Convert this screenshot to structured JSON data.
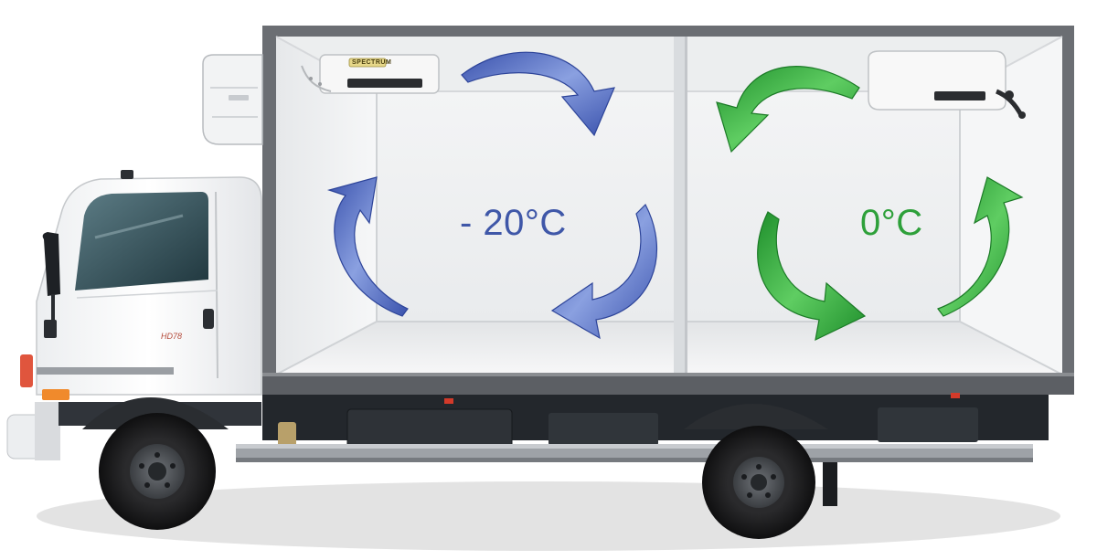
{
  "compartments": {
    "left": {
      "temperature": "- 20°C",
      "arrow_color": "#4a63b8"
    },
    "right": {
      "temperature": "0°C",
      "arrow_color": "#2ea83a"
    }
  },
  "refrigeration_unit": {
    "brand": "SPECTRUM"
  },
  "truck": {
    "model": "HD78"
  },
  "colors": {
    "cold_text": "#3f57a8",
    "chill_text": "#2ea03a",
    "box_frame": "#6b6e73"
  }
}
